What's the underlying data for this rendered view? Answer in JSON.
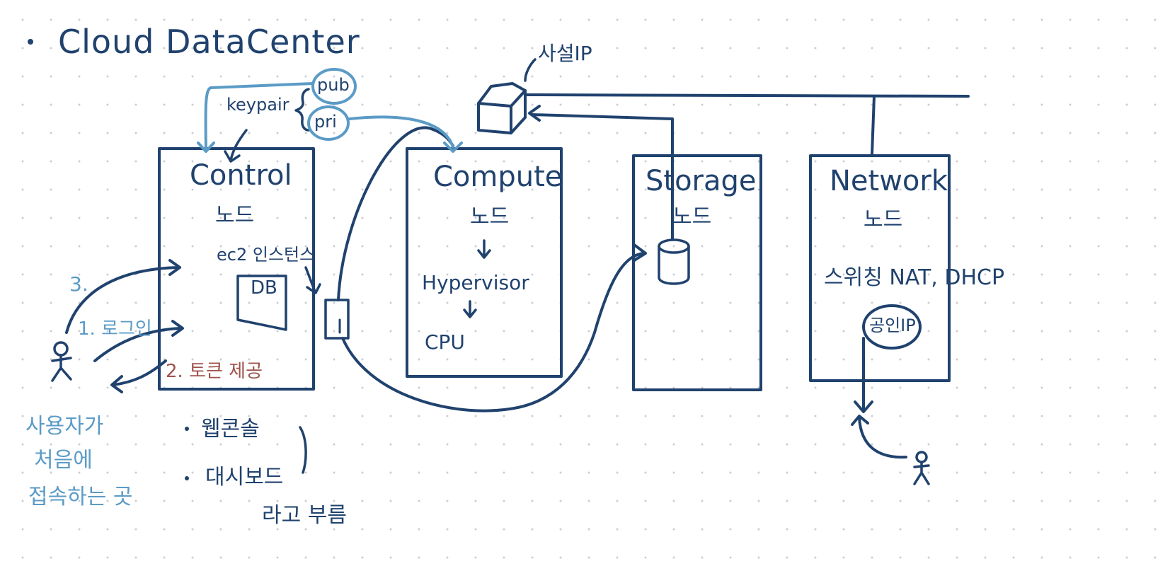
{
  "title": "Cloud DataCenter",
  "colors": {
    "ink": "#20426e",
    "light": "#5b9bc6",
    "brown": "#a0524c"
  },
  "keypair": {
    "label": "keypair",
    "pub": "pub",
    "pri": "pri"
  },
  "private_ip": "사설IP",
  "nodes": {
    "control": {
      "title": "Control",
      "sub": "노드",
      "instance": "ec2 인스턴스",
      "db": "DB"
    },
    "compute": {
      "title": "Compute",
      "sub": "노드",
      "hypervisor": "Hypervisor",
      "cpu": "CPU"
    },
    "storage": {
      "title": "Storage",
      "sub": "노드"
    },
    "network": {
      "title": "Network",
      "sub": "노드",
      "services": "스위칭 NAT, DHCP",
      "public_ip": "공인IP"
    }
  },
  "steps": {
    "s1": "1. 로그인",
    "s2": "2. 토큰 제공",
    "s3": "3."
  },
  "user_note": [
    "사용자가",
    "처음에",
    "접속하는 곳"
  ],
  "console_notes": {
    "web": "웹콘솔",
    "dashboard": "대시보드",
    "called": "라고 부름"
  }
}
